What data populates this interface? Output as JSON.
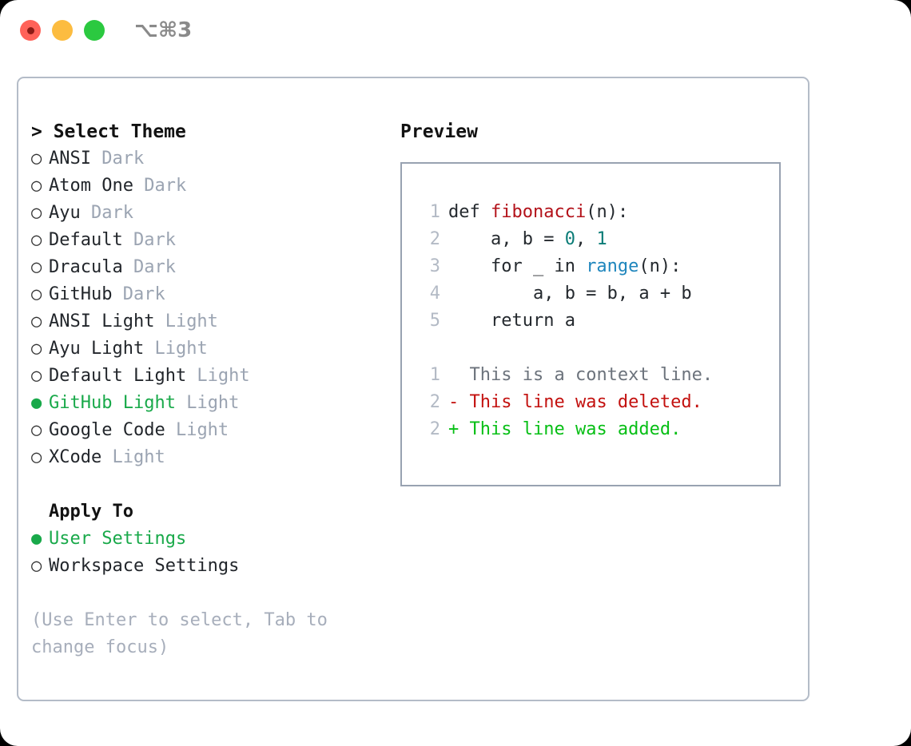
{
  "titlebar": {
    "shortcut": "⌥⌘3",
    "buttons": [
      "close",
      "minimize",
      "maximize"
    ]
  },
  "colors": {
    "accent_green": "#19a94a",
    "muted": "#9ba4b2",
    "panel_border": "#b4bcc8",
    "code_border": "#98a2b1",
    "fn_red": "#b3121a",
    "num_teal": "#0b7c77",
    "kw_blue": "#1f86bd",
    "diff_del": "#c3110f",
    "diff_add": "#07bf15",
    "diff_ctx": "#6c737c"
  },
  "theme_picker": {
    "heading": "> Select Theme",
    "items": [
      {
        "bullet": "○",
        "name": "ANSI",
        "badge": "Dark",
        "selected": false
      },
      {
        "bullet": "○",
        "name": "Atom One",
        "badge": "Dark",
        "selected": false
      },
      {
        "bullet": "○",
        "name": "Ayu",
        "badge": "Dark",
        "selected": false
      },
      {
        "bullet": "○",
        "name": "Default",
        "badge": "Dark",
        "selected": false
      },
      {
        "bullet": "○",
        "name": "Dracula",
        "badge": "Dark",
        "selected": false
      },
      {
        "bullet": "○",
        "name": "GitHub",
        "badge": "Dark",
        "selected": false
      },
      {
        "bullet": "○",
        "name": "ANSI Light",
        "badge": "Light",
        "selected": false
      },
      {
        "bullet": "○",
        "name": "Ayu Light",
        "badge": "Light",
        "selected": false
      },
      {
        "bullet": "○",
        "name": "Default Light",
        "badge": "Light",
        "selected": false
      },
      {
        "bullet": "●",
        "name": "GitHub Light",
        "badge": "Light",
        "selected": true
      },
      {
        "bullet": "○",
        "name": "Google Code",
        "badge": "Light",
        "selected": false
      },
      {
        "bullet": "○",
        "name": "XCode",
        "badge": "Light",
        "selected": false
      }
    ]
  },
  "apply_to": {
    "heading": "Apply To",
    "items": [
      {
        "bullet": "●",
        "name": "User Settings",
        "selected": true
      },
      {
        "bullet": "○",
        "name": "Workspace Settings",
        "selected": false
      }
    ]
  },
  "hint": "(Use Enter to select, Tab to change focus)",
  "preview": {
    "heading": "Preview",
    "code_lines": [
      {
        "num": "1",
        "parts": [
          {
            "t": "def ",
            "c": "code-text"
          },
          {
            "t": "fibonacci",
            "c": "tok-fn"
          },
          {
            "t": "(n):",
            "c": "code-text"
          }
        ]
      },
      {
        "num": "2",
        "parts": [
          {
            "t": "    a, b = ",
            "c": "code-text"
          },
          {
            "t": "0",
            "c": "tok-num"
          },
          {
            "t": ", ",
            "c": "code-text"
          },
          {
            "t": "1",
            "c": "tok-num"
          }
        ]
      },
      {
        "num": "3",
        "parts": [
          {
            "t": "    for _ in ",
            "c": "code-text"
          },
          {
            "t": "range",
            "c": "tok-kw"
          },
          {
            "t": "(n):",
            "c": "code-text"
          }
        ]
      },
      {
        "num": "4",
        "parts": [
          {
            "t": "        a, b = b, a + b",
            "c": "code-text"
          }
        ]
      },
      {
        "num": "5",
        "parts": [
          {
            "t": "    return a",
            "c": "code-text"
          }
        ]
      }
    ],
    "diff_lines": [
      {
        "num": "1",
        "marker": "  ",
        "text": "This is a context line.",
        "kind": "diff-ctx"
      },
      {
        "num": "2",
        "marker": "- ",
        "text": "This line was deleted.",
        "kind": "diff-del"
      },
      {
        "num": "2",
        "marker": "+ ",
        "text": "This line was added.",
        "kind": "diff-add"
      }
    ]
  }
}
